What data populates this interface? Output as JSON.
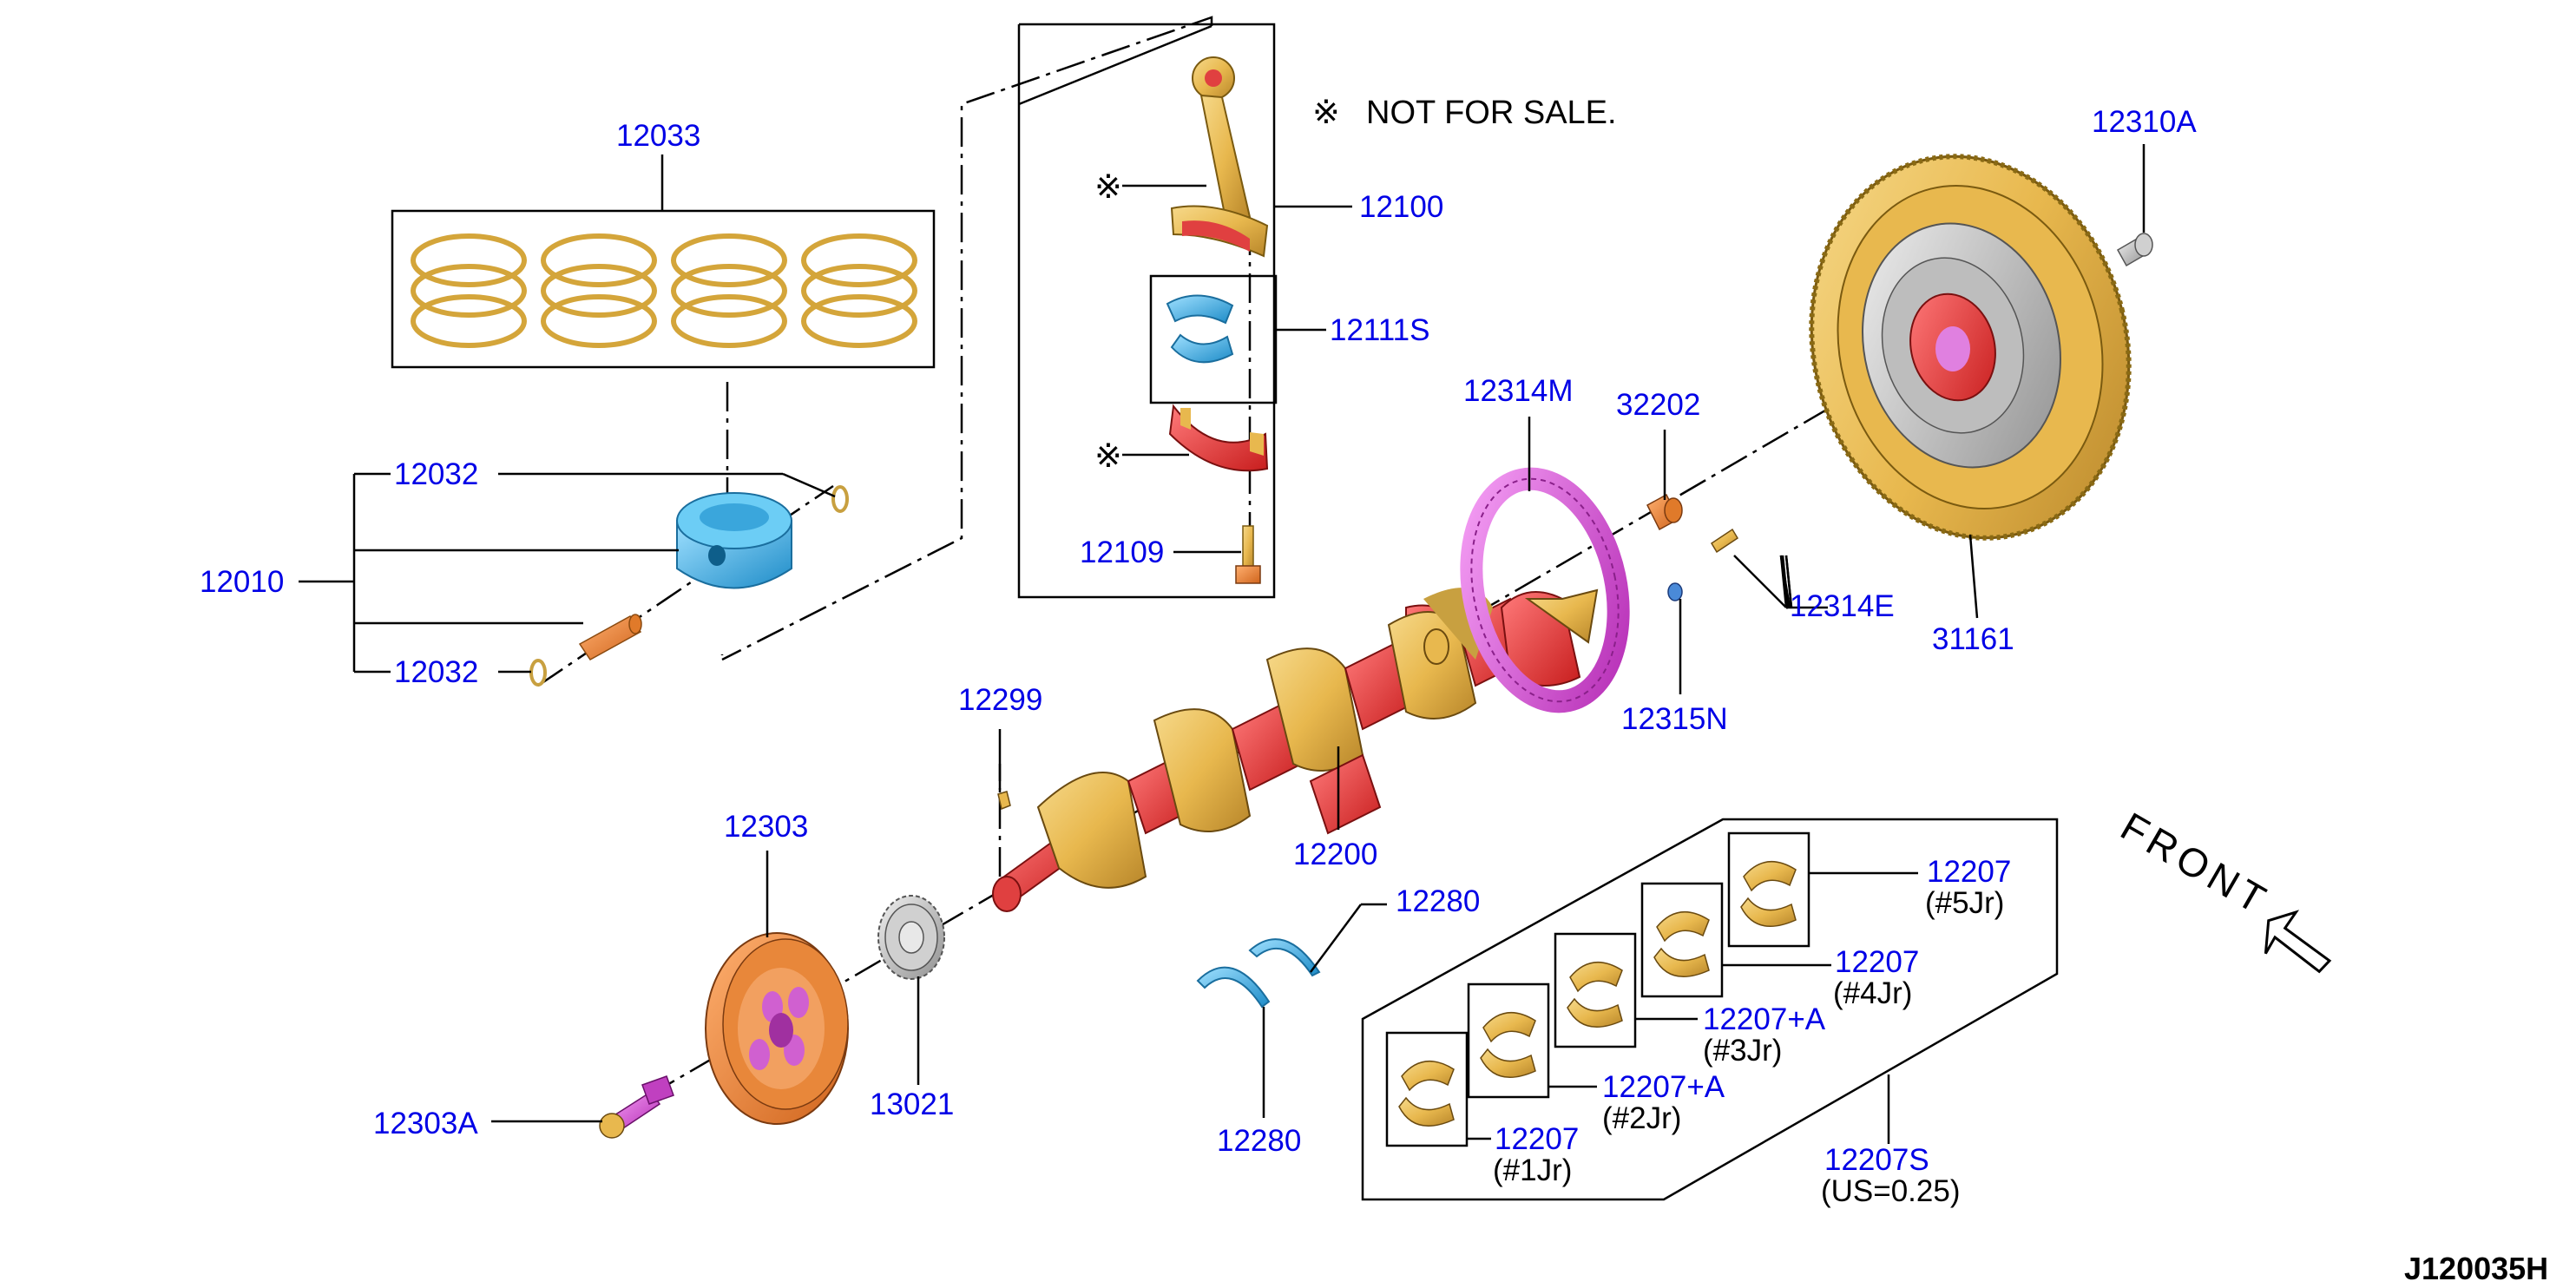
{
  "diagram_code": "J120035H",
  "note": {
    "symbol": "※",
    "text": "NOT FOR SALE."
  },
  "front_label": "FRONT",
  "colors": {
    "label": "#0000e6",
    "gold": "#e8b84e",
    "red": "#e83a3a",
    "blue": "#49b8ea",
    "orange": "#f0883a",
    "magenta": "#e066e6",
    "gray": "#c8c8c8"
  },
  "callouts": {
    "p12033": "12033",
    "p12032_top": "12032",
    "p12010": "12010",
    "p12032_bottom": "12032",
    "p12100": "12100",
    "p12111S": "12111S",
    "p12109": "12109",
    "p12314M": "12314M",
    "p32202": "32202",
    "p12310A": "12310A",
    "p12314E": "12314E",
    "p31161": "31161",
    "p12315N": "12315N",
    "p12299": "12299",
    "p12200": "12200",
    "p12303": "12303",
    "p13021": "13021",
    "p12303A": "12303A",
    "p12280_top": "12280",
    "p12280_bottom": "12280",
    "p12207_5": {
      "number": "12207",
      "position": "(#5Jr)"
    },
    "p12207_4": {
      "number": "12207",
      "position": "(#4Jr)"
    },
    "p12207_3": {
      "number": "12207+A",
      "position": "(#3Jr)"
    },
    "p12207_2": {
      "number": "12207+A",
      "position": "(#2Jr)"
    },
    "p12207_1": {
      "number": "12207",
      "position": "(#1Jr)"
    },
    "p12207S": {
      "number": "12207S",
      "position": "(US=0.25)"
    }
  }
}
